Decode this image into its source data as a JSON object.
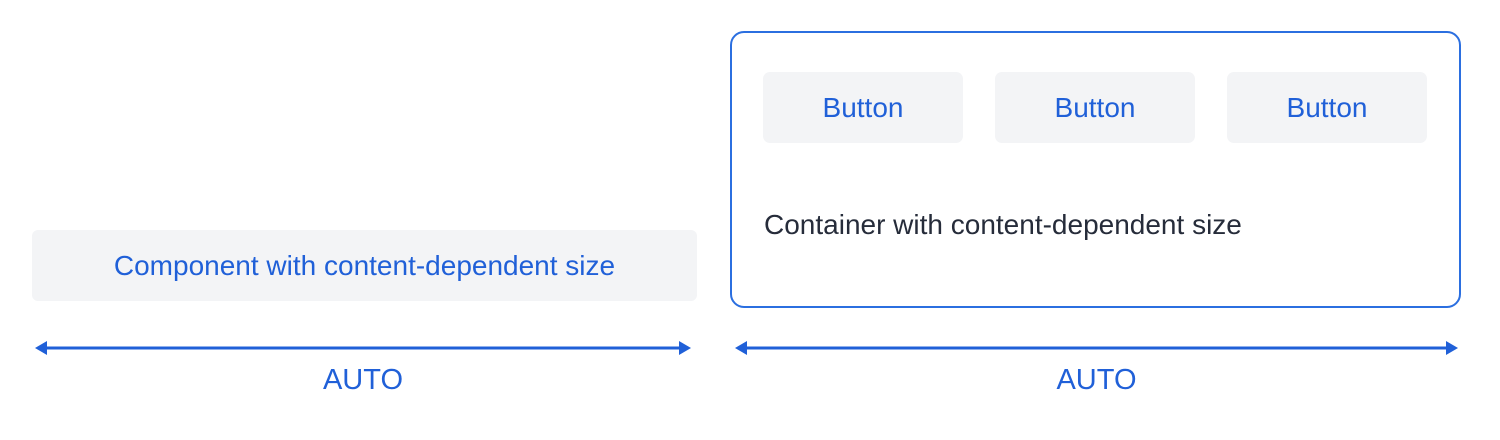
{
  "left": {
    "component_label": "Component with content-dependent size",
    "dimension_label": "AUTO"
  },
  "right": {
    "buttons": [
      {
        "label": "Button"
      },
      {
        "label": "Button"
      },
      {
        "label": "Button"
      }
    ],
    "container_label": "Container with content-dependent size",
    "dimension_label": "AUTO"
  },
  "colors": {
    "accent": "#2060d8",
    "border": "#2b6fe0",
    "surface": "#f3f4f6",
    "text_dark": "#262c3a"
  }
}
